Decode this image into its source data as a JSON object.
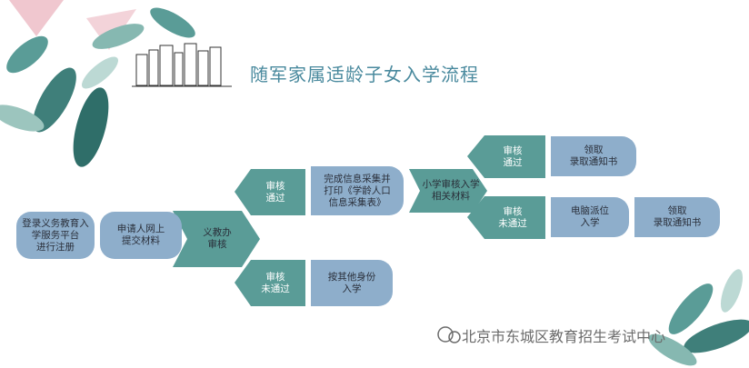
{
  "title": "随军家属适龄子女入学流程",
  "watermark": "北京市东城区教育招生考试中心",
  "colors": {
    "teal": "#5a9c97",
    "blue": "#8eaecb",
    "title": "#4a8a9e"
  },
  "nodes": {
    "register": "登录义务教育入\n学服务平台\n进行注册",
    "apply": "申请人网上\n提交材料",
    "office_review": "义教办\n审核",
    "pass1": "审核\n通过",
    "fail1": "审核\n未通过",
    "collect_info": "完成信息采集并\n打印《学龄人口\n信息采集表》",
    "other_id": "按其他身份\n入学",
    "school_review": "小学审核入学\n相关材料",
    "pass2": "审核\n通过",
    "fail2": "审核\n未通过",
    "notice1": "领取\n录取通知书",
    "computer": "电脑派位\n入学",
    "notice2": "领取\n录取通知书"
  }
}
